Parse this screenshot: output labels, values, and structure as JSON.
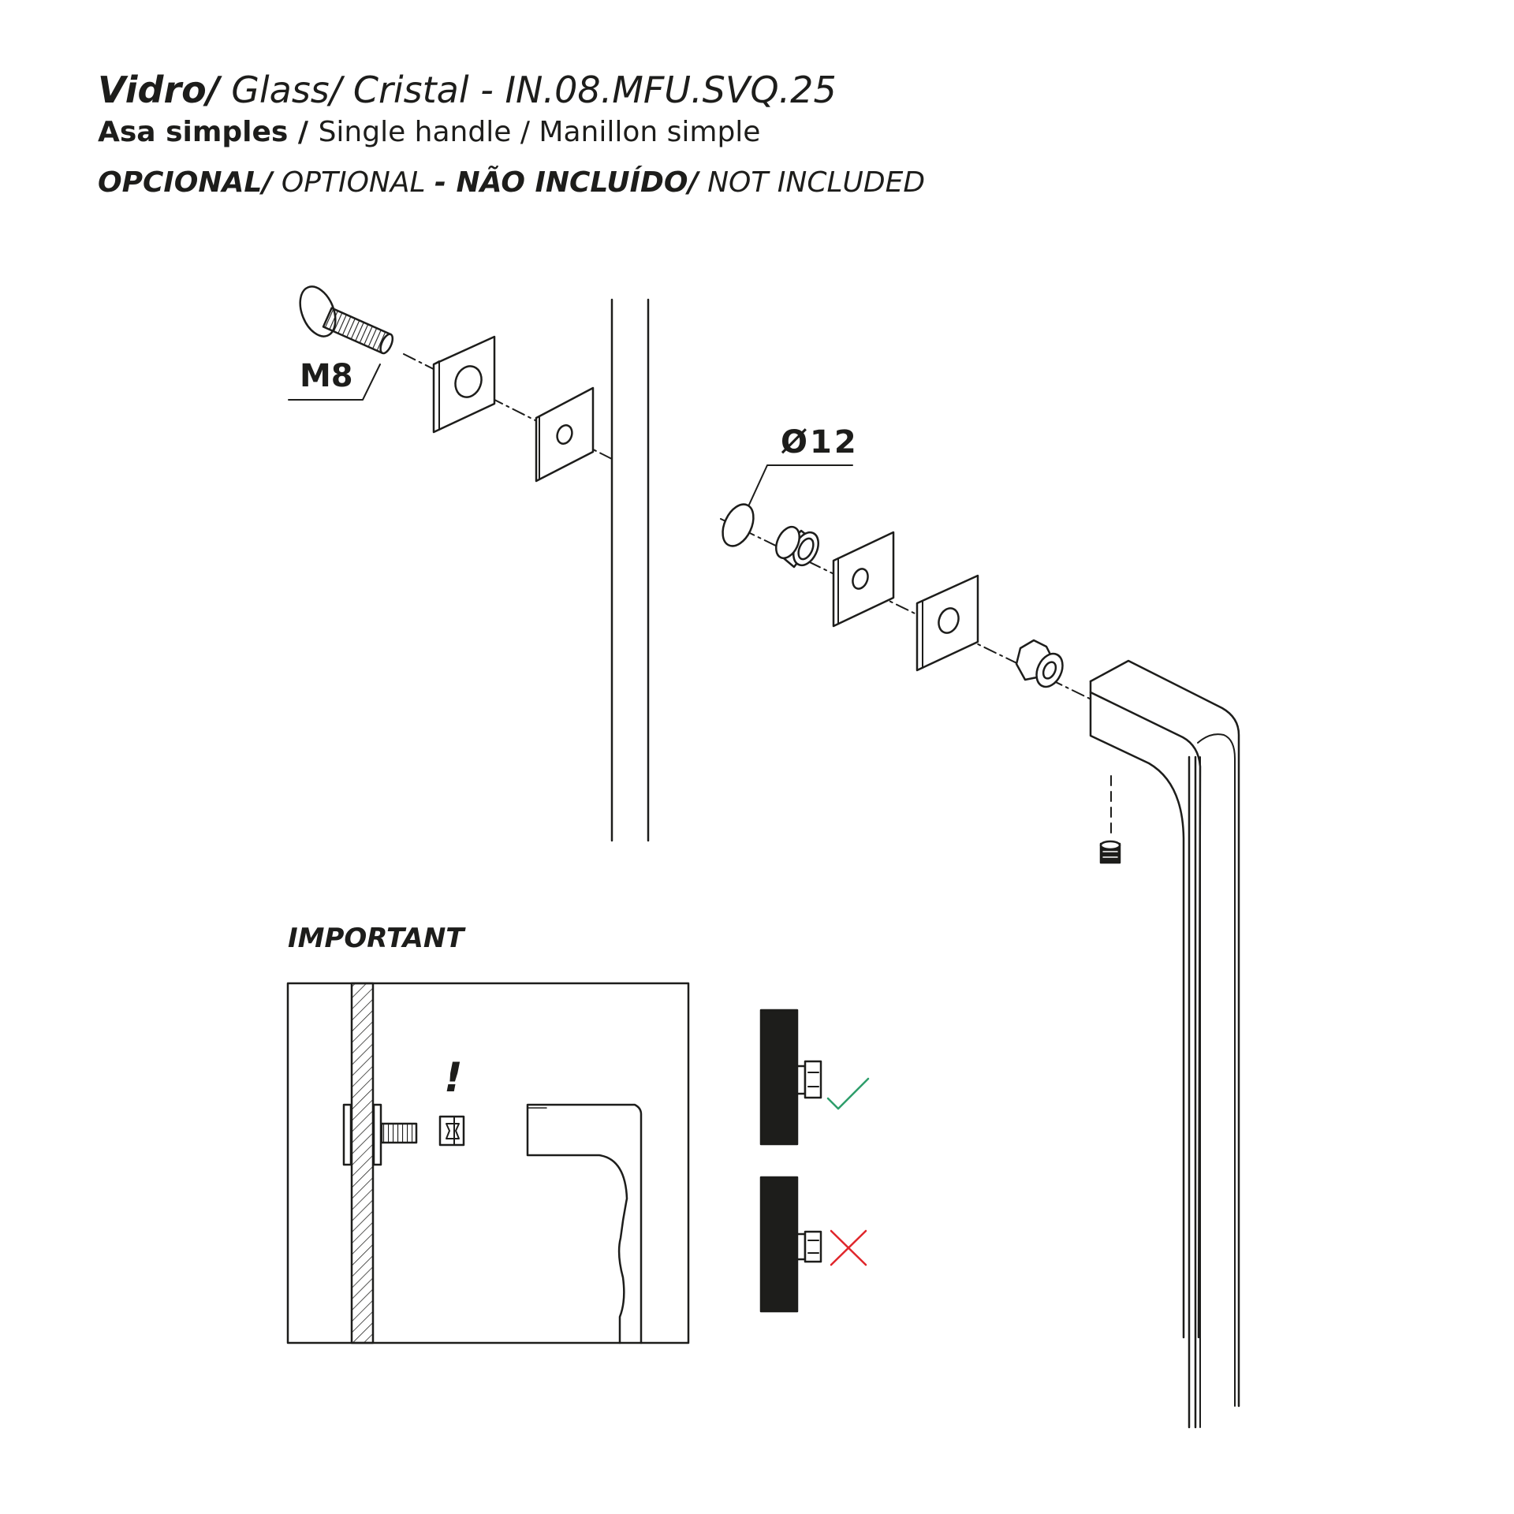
{
  "header": {
    "title_pt": "Vidro/",
    "title_rest": " Glass/ Cristal - IN.08.MFU.SVQ.25",
    "subtitle_pt": "Asa  simples / ",
    "subtitle_rest": "Single handle / Manillon simple",
    "optional_pt": "OPCIONAL/",
    "optional_en": " OPTIONAL ",
    "not_included_pt": "- NÃO INCLUÍDO/",
    "not_included_en": " NOT INCLUDED"
  },
  "labels": {
    "screw": "M8",
    "diameter": "Ø12",
    "important": "IMPORTANT",
    "warning": "!"
  },
  "colors": {
    "line": "#1d1d1b",
    "ok": "#2e9e6b",
    "error": "#e0262b"
  }
}
